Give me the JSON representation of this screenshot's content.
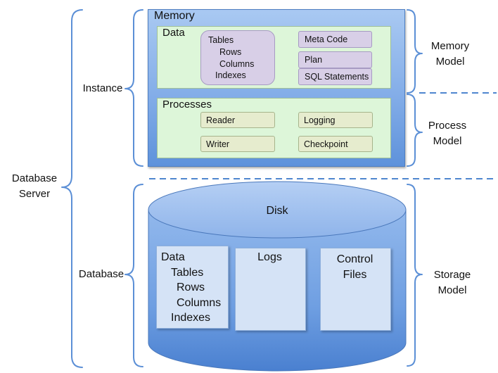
{
  "labels": {
    "database_server": [
      "Database",
      "Server"
    ],
    "instance": "Instance",
    "database": "Database",
    "memory_model": [
      "Memory",
      "Model"
    ],
    "process_model": [
      "Process",
      "Model"
    ],
    "storage_model": [
      "Storage",
      "Model"
    ]
  },
  "memory": {
    "title": "Memory",
    "data_panel": {
      "title": "Data",
      "structures": [
        "Tables",
        "Rows",
        "Columns",
        "Indexes"
      ],
      "items": [
        "Meta Code",
        "Plan",
        "SQL Statements"
      ]
    }
  },
  "processes": {
    "title": "Processes",
    "items": [
      "Reader",
      "Logging",
      "Writer",
      "Checkpoint"
    ]
  },
  "disk": {
    "title": "Disk",
    "data_box": [
      "Data",
      "Tables",
      "Rows",
      "Columns",
      "Indexes"
    ],
    "logs_box": "Logs",
    "control_box": [
      "Control",
      "Files"
    ]
  },
  "colors": {
    "accent_blue": "#5b8fd6",
    "green_panel": "#ddf6d9",
    "lavender": "#d8cfe7",
    "process_pill": "#e6ecce",
    "disk_box": "#d5e3f6"
  }
}
